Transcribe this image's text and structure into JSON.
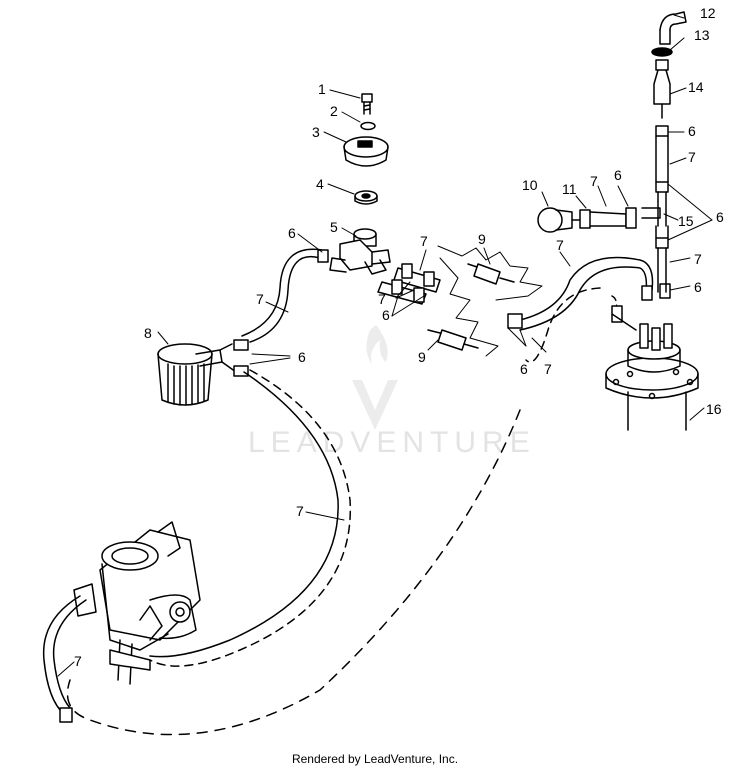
{
  "watermark": {
    "text": "LEADVENTURE"
  },
  "footer": {
    "text": "Rendered by LeadVenture, Inc."
  },
  "callouts": {
    "c1": "1",
    "c2": "2",
    "c3": "3",
    "c4": "4",
    "c5": "5",
    "c6a": "6",
    "c6b": "6",
    "c6c": "6",
    "c6d": "6",
    "c6e": "6",
    "c6f": "6",
    "c6g": "6",
    "c6h": "6",
    "c7a": "7",
    "c7b": "7",
    "c7c": "7",
    "c7d": "7",
    "c7e": "7",
    "c7f": "7",
    "c7g": "7",
    "c7h": "7",
    "c7i": "7",
    "c7j": "7",
    "c8": "8",
    "c9a": "9",
    "c9b": "9",
    "c10": "10",
    "c11": "11",
    "c12": "12",
    "c13": "13",
    "c14": "14",
    "c15": "15",
    "c16": "16"
  }
}
